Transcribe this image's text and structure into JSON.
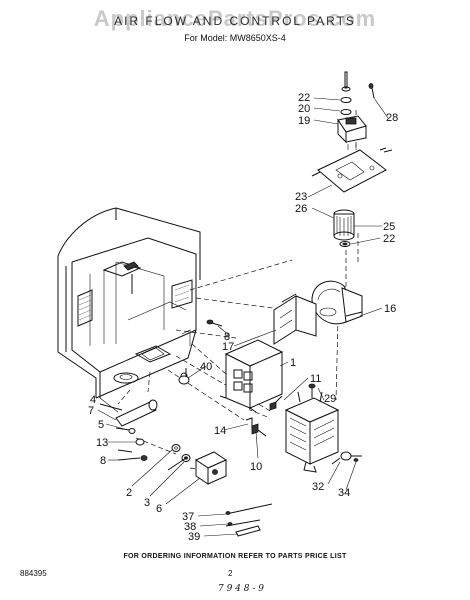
{
  "watermark": "AppliancePartsPros.com",
  "header": {
    "title": "AIR FLOW AND CONTROL PARTS",
    "model_line": "For Model: MW8650XS-4"
  },
  "callouts": {
    "c22a": "22",
    "c20": "20",
    "c19": "19",
    "c28": "28",
    "c23": "23",
    "c26": "26",
    "c25": "25",
    "c22b": "22",
    "c16": "16",
    "c8a": "8",
    "c17": "17",
    "c1": "1",
    "c40": "40",
    "c11": "11",
    "c29": "29",
    "c4": "4",
    "c7": "7",
    "c5": "5",
    "c13": "13",
    "c8b": "8",
    "c14": "14",
    "c10": "10",
    "c2": "2",
    "c3": "3",
    "c6": "6",
    "c32": "32",
    "c34": "34",
    "c37": "37",
    "c38": "38",
    "c39": "39"
  },
  "footer": {
    "ordering_note": "FOR ORDERING INFORMATION REFER TO PARTS PRICE LIST",
    "doc_number": "884395",
    "page_number": "2",
    "date_code": "7 9 4  8 - 9"
  }
}
